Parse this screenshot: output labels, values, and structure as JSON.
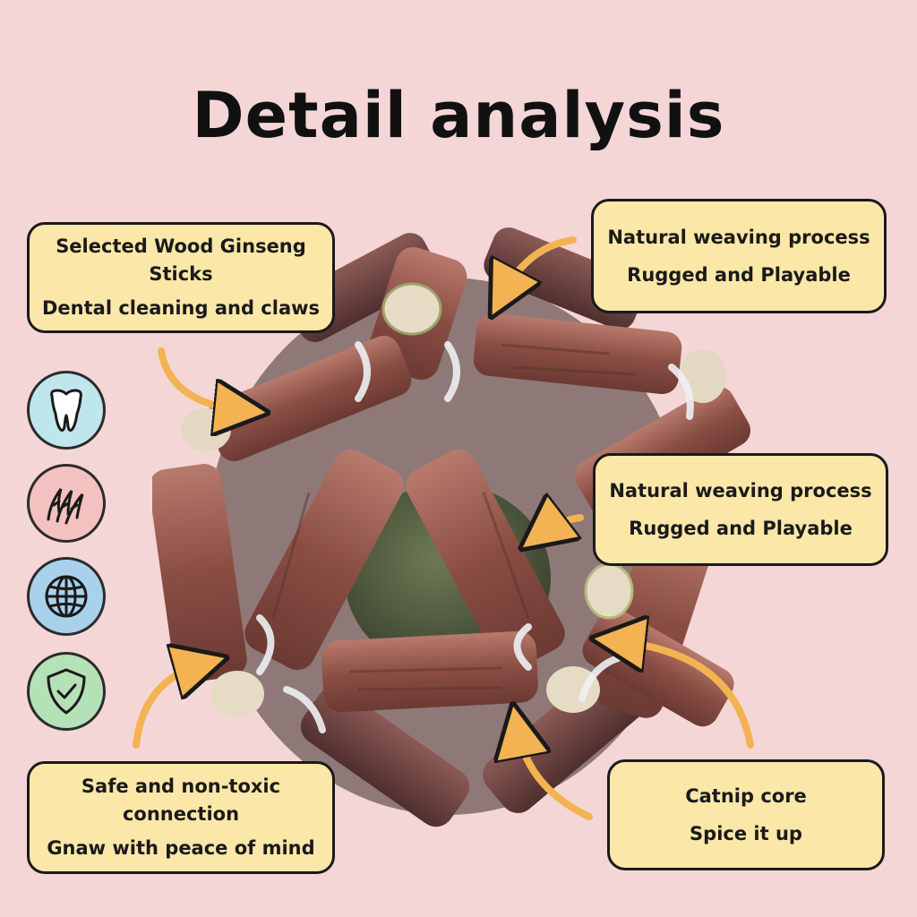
{
  "title": "Detail analysis",
  "callouts": {
    "top_left": {
      "line1": "Selected Wood Ginseng Sticks",
      "line2": "Dental cleaning and claws"
    },
    "top_right": {
      "line1": "Natural weaving process",
      "line2": "Rugged and Playable"
    },
    "middle_right": {
      "line1": "Natural weaving process",
      "line2": "Rugged and Playable"
    },
    "bottom_left": {
      "line1": "Safe and non-toxic connection",
      "line2": "Gnaw with peace of mind"
    },
    "bottom_right": {
      "line1": "Catnip core",
      "line2": "Spice it up"
    }
  },
  "icons": [
    "tooth-icon",
    "claw-icon",
    "globe-icon",
    "shield-check-icon"
  ],
  "colors": {
    "background": "#f4d6d6",
    "callout_fill": "#fbe7a8",
    "arrow": "#f3b352",
    "wood": "#8a4d43",
    "catnip": "#4f5b3e"
  }
}
